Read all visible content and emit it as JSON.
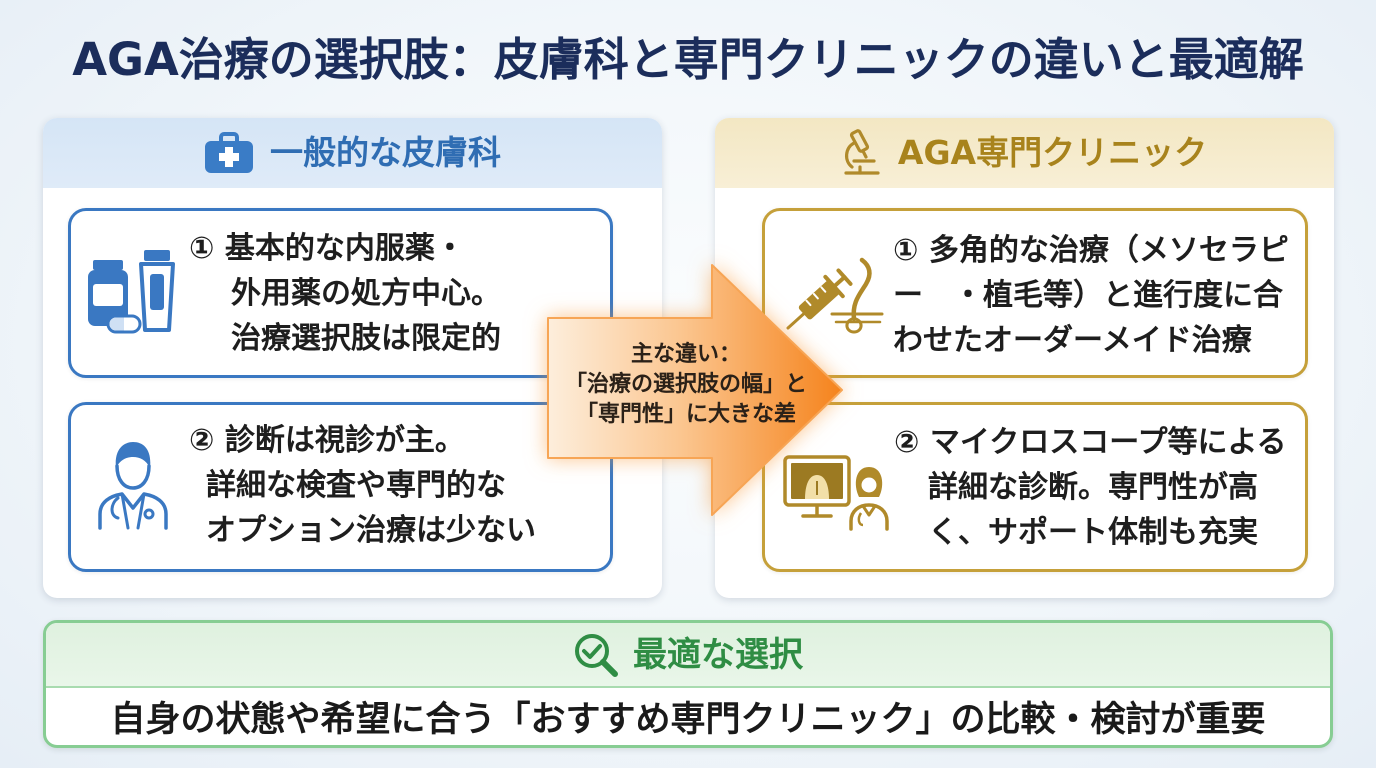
{
  "title": "AGA治療の選択肢：皮膚科と専門クリニックの違いと最適解",
  "colors": {
    "title": "#1b2d5b",
    "dermatology_accent": "#3a78c2",
    "clinic_accent": "#c5a03a",
    "best_choice_accent": "#2f8d44",
    "arrow": "#f5831c"
  },
  "left_panel": {
    "header": "一般的な皮膚科",
    "header_icon": "medical-kit-icon",
    "cards": [
      {
        "icon": "medicine-bottle-icon",
        "lines": [
          "① 基本的な内服薬・",
          "外用薬の処方中心。",
          "治療選択肢は限定的"
        ]
      },
      {
        "icon": "doctor-icon",
        "lines": [
          "② 診断は視診が主。",
          "詳細な検査や専門的な",
          "オプション治療は少ない"
        ]
      }
    ]
  },
  "center_arrow": {
    "lines": [
      "主な違い：",
      "「治療の選択肢の幅」と",
      "「専門性」に大きな差"
    ]
  },
  "right_panel": {
    "header": "AGA専門クリニック",
    "header_icon": "microscope-icon",
    "cards": [
      {
        "icon": "syringe-hair-follicle-icon",
        "lines": [
          "① 多角的な治療（メソセラピ",
          "ー　・植毛等）と進行度に合",
          "わせたオーダーメイド治療"
        ]
      },
      {
        "icon": "monitor-doctor-icon",
        "lines": [
          "② マイクロスコープ等による",
          "詳細な診断。専門性が高",
          "く、サポート体制も充実"
        ]
      }
    ]
  },
  "bottom_panel": {
    "header": "最適な選択",
    "header_icon": "magnifier-check-icon",
    "text": "自身の状態や希望に合う「おすすめ専門クリニック」の比較・検討が重要"
  }
}
